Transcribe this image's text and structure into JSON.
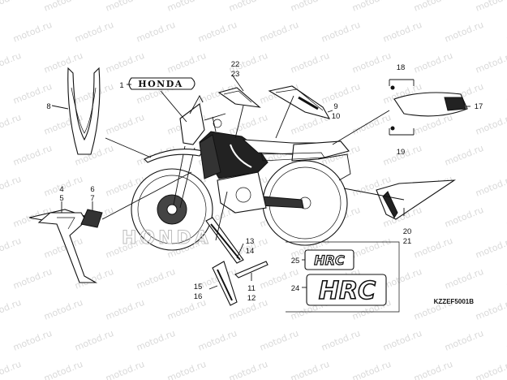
{
  "watermark": "motod.ru",
  "diagram_code": "KZZEF5001B",
  "emblem_text": "HONDA",
  "hrc_text": "HRC",
  "callouts": {
    "c1": "1",
    "c4": "4",
    "c5": "5",
    "c6": "6",
    "c7": "7",
    "c8": "8",
    "c9": "9",
    "c10": "10",
    "c11": "11",
    "c12": "12",
    "c13": "13",
    "c14": "14",
    "c15": "15",
    "c16": "16",
    "c17": "17",
    "c18": "18",
    "c19": "19",
    "c20": "20",
    "c21": "21",
    "c22": "22",
    "c23": "23",
    "c24": "24",
    "c25": "25"
  }
}
